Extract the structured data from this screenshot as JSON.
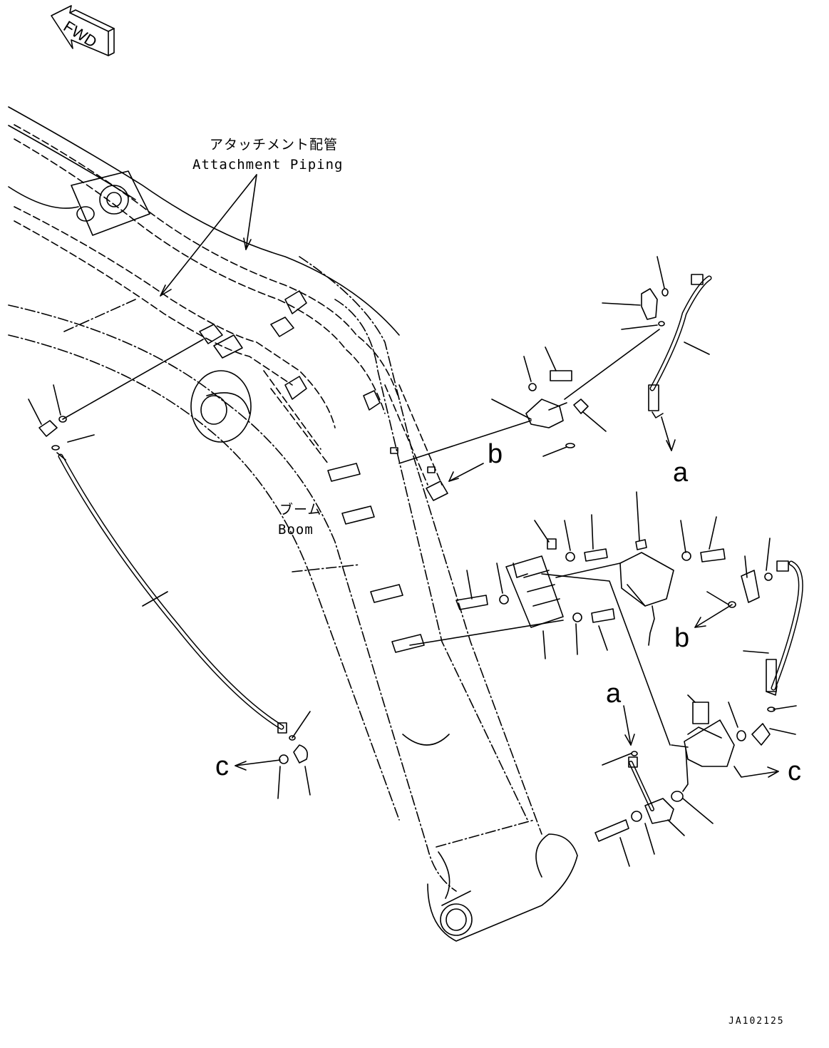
{
  "header": {
    "direction_badge": "FWD"
  },
  "callouts": {
    "attachment_piping_jp": "アタッチメント配管",
    "attachment_piping_en": "Attachment Piping",
    "boom_jp": "ブーム",
    "boom_en": "Boom"
  },
  "view_refs": {
    "a_top": "a",
    "b_top": "b",
    "b_right": "b",
    "a_mid": "a",
    "c_left": "c",
    "c_right": "c"
  },
  "footer": {
    "drawing_code": "JA102125"
  },
  "colors": {
    "ink": "#000000",
    "paper": "#ffffff"
  }
}
